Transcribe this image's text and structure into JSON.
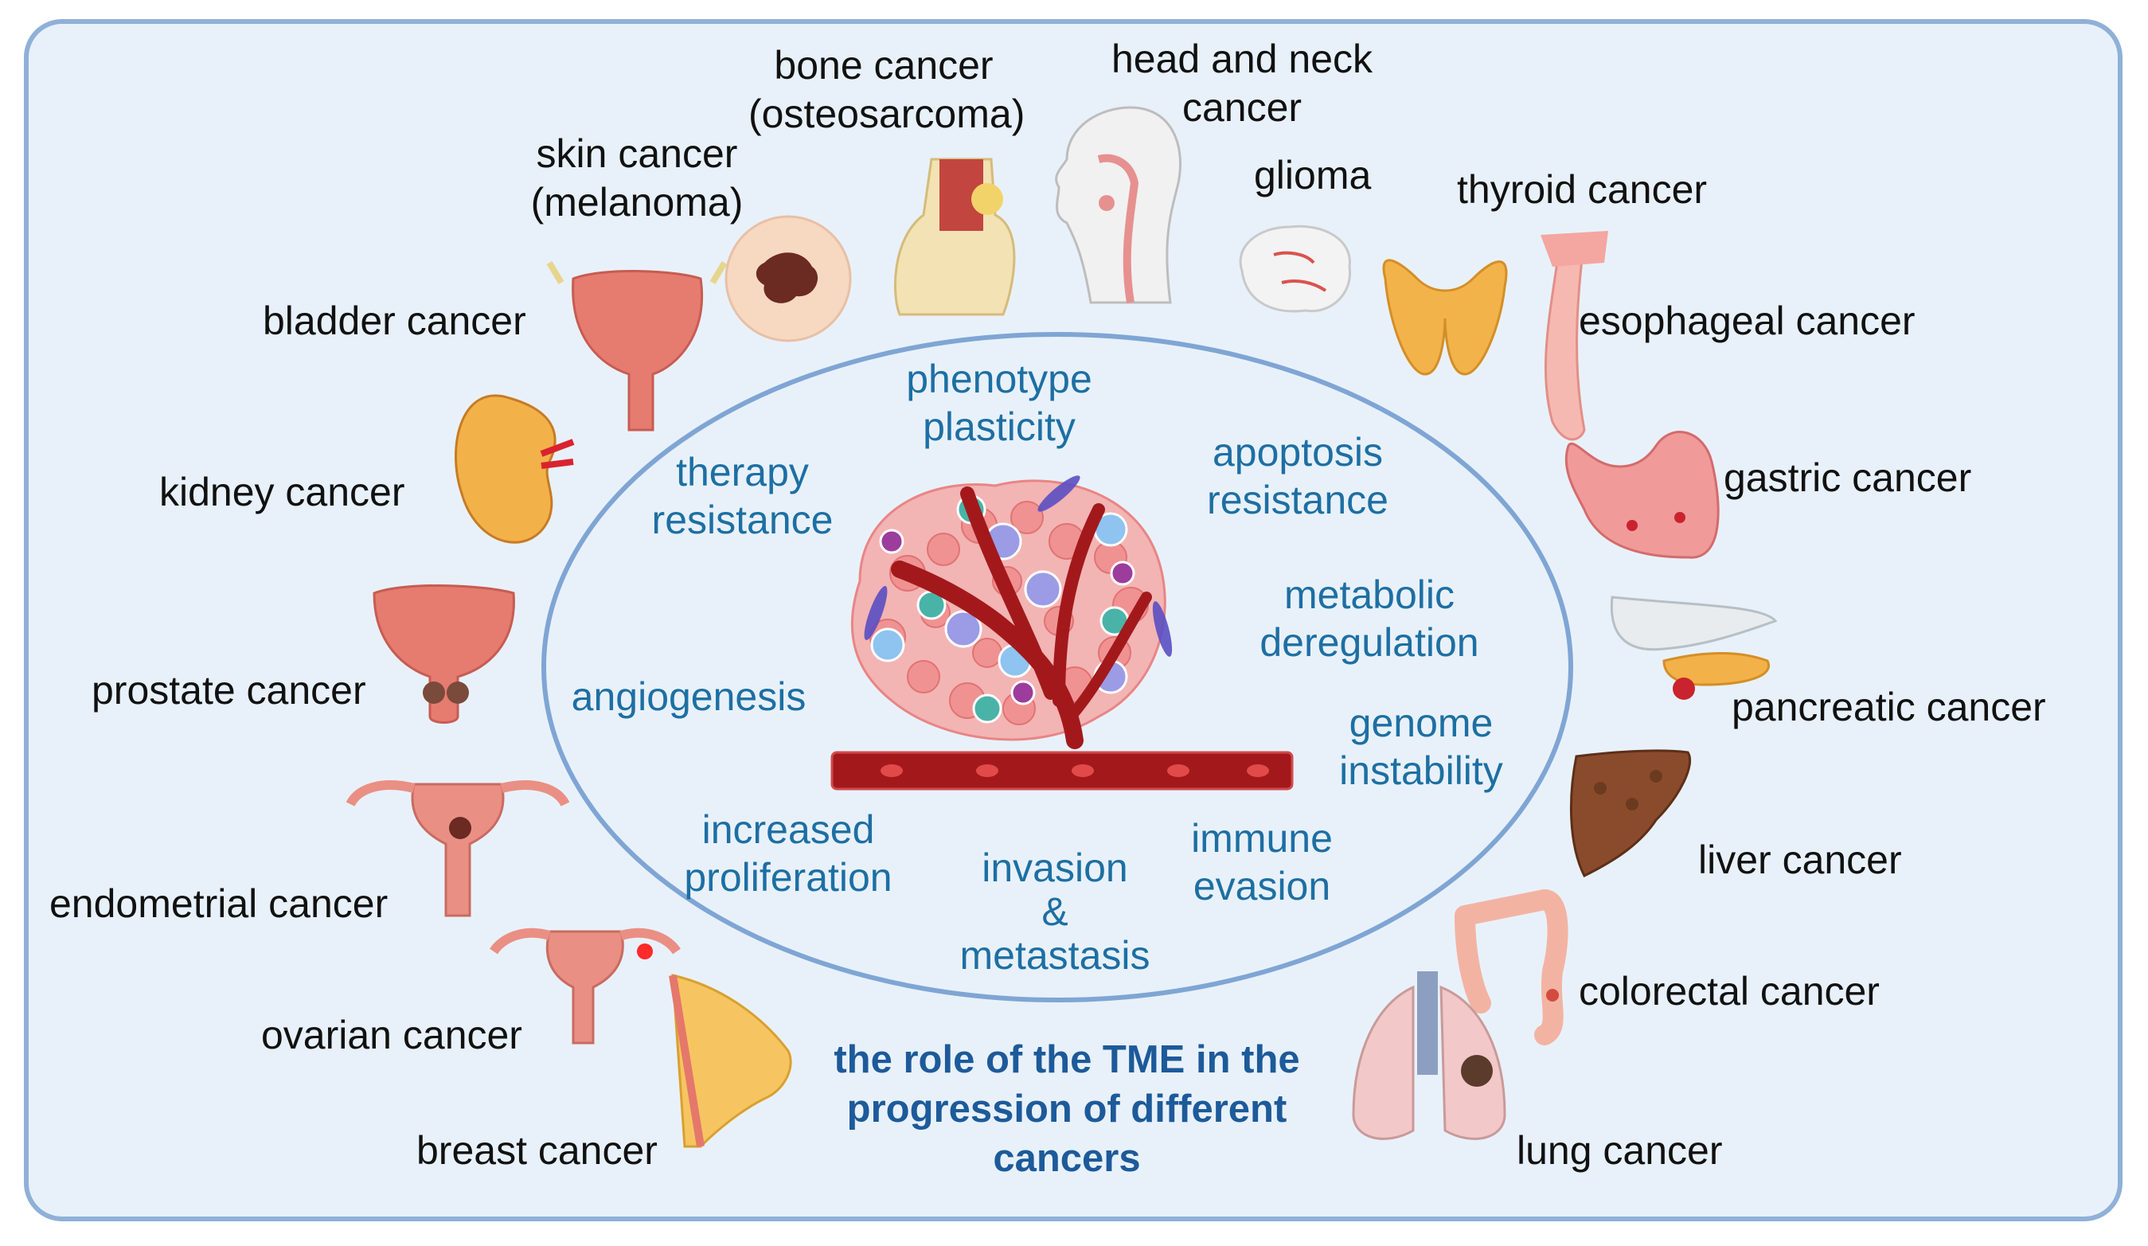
{
  "cancers": {
    "bone": [
      "bone cancer",
      "(osteosarcoma)"
    ],
    "head_neck": [
      "head and neck",
      "cancer"
    ],
    "skin": [
      "skin cancer",
      "(melanoma)"
    ],
    "glioma": "glioma",
    "thyroid": "thyroid cancer",
    "esophageal": "esophageal cancer",
    "bladder": "bladder cancer",
    "gastric": "gastric cancer",
    "kidney": "kidney cancer",
    "prostate": "prostate cancer",
    "pancreatic": "pancreatic cancer",
    "endometrial": "endometrial cancer",
    "liver": "liver cancer",
    "colorectal": "colorectal cancer",
    "ovarian": "ovarian cancer",
    "breast": "breast cancer",
    "lung": "lung cancer"
  },
  "hallmarks": {
    "phenotype": [
      "phenotype",
      "plasticity"
    ],
    "therapy": [
      "therapy",
      "resistance"
    ],
    "apoptosis": [
      "apoptosis",
      "resistance"
    ],
    "metabolic": [
      "metabolic",
      "deregulation"
    ],
    "angiogenesis": "angiogenesis",
    "genome": [
      "genome",
      "instability"
    ],
    "proliferation": [
      "increased",
      "proliferation"
    ],
    "invasion": [
      "invasion",
      "&",
      "metastasis"
    ],
    "immune": [
      "immune",
      "evasion"
    ]
  },
  "caption": [
    "the role of the TME in the",
    "progression of different",
    "cancers"
  ],
  "colors": {
    "panel_bg": "#e8f1fa",
    "panel_border": "#8fb0d8",
    "ellipse_border": "#7fa5d4",
    "hallmark_text": "#1d6fa3",
    "caption_text": "#1d5a9a",
    "vessel": "#a3191b",
    "tumor_cell": "#f1a3a3"
  },
  "icons": [
    "bone-icon",
    "head-icon",
    "melanoma-icon",
    "brain-icon",
    "thyroid-icon",
    "esophagus-icon",
    "bladder-icon",
    "stomach-icon",
    "kidney-icon",
    "prostate-icon",
    "pancreas-icon",
    "uterus-icon",
    "liver-icon",
    "colon-icon",
    "ovary-icon",
    "breast-icon",
    "lungs-icon",
    "tumor-microenvironment-icon"
  ]
}
